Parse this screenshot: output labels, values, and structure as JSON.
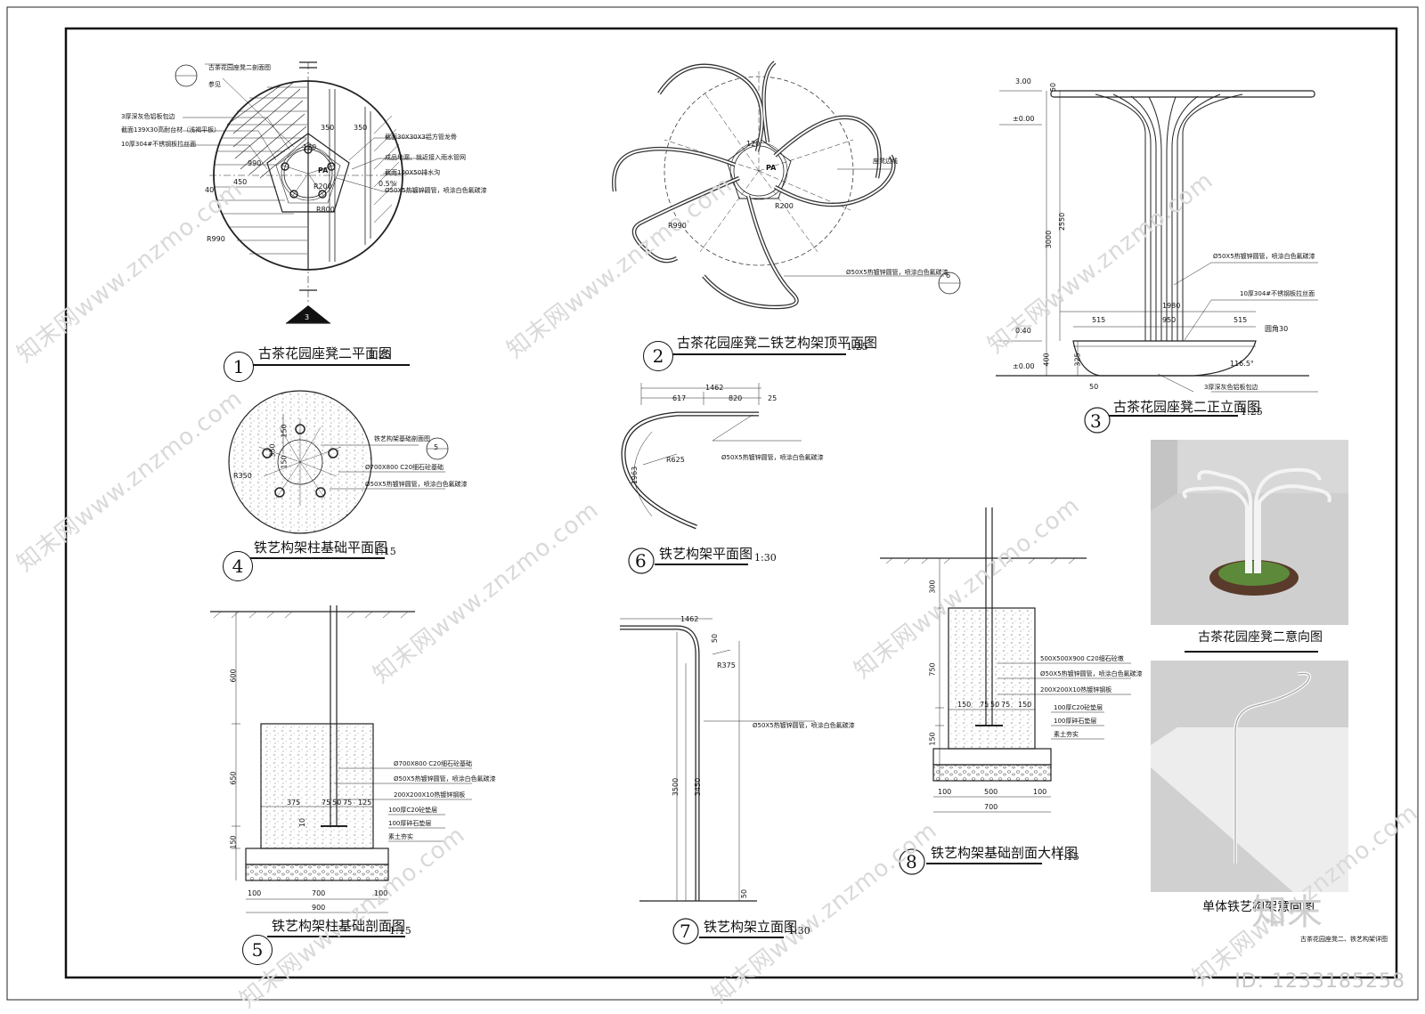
{
  "drawings": {
    "d1": {
      "num": "1",
      "title": "古茶花园座凳二平面图",
      "scale": "1:25"
    },
    "d2": {
      "num": "2",
      "title": "古茶花园座凳二铁艺构架顶平面图",
      "scale": "1:25"
    },
    "d3": {
      "num": "3",
      "title": "古茶花园座凳二正立面图",
      "scale": "1:25"
    },
    "d4": {
      "num": "4",
      "title": "铁艺构架柱基础平面图",
      "scale": "1:15"
    },
    "d5": {
      "num": "5",
      "title": "铁艺构架柱基础剖面图",
      "scale": "1:15"
    },
    "d6": {
      "num": "6",
      "title": "铁艺构架平面图",
      "scale": "1:30"
    },
    "d7": {
      "num": "7",
      "title": "铁艺构架立面图",
      "scale": "1:30"
    },
    "d8": {
      "num": "8",
      "title": "铁艺构架基础剖面大样图",
      "scale": "1:15"
    }
  },
  "notes": {
    "plan": {
      "section_ref": "古茶花园座凳二剖面图",
      "see": "参见",
      "n1": "3厚深灰色铝板包边",
      "n2": "截面139X30高耐台材（浅褐平板）",
      "n3": "10厚304#不锈钢板拉丝面",
      "n4": "截面30X30X3铝方管龙骨",
      "n5": "成品地漏，就近接入雨水管网",
      "n6": "截面100X50排水沟",
      "n7": "Ø50X5热镀锌圆管，喷涂白色氟碳漆",
      "d_350a": "350",
      "d_350b": "350",
      "d_990": "990",
      "d_450": "450",
      "d_40": "40",
      "d_05": "0.5%",
      "d_r990": "R990",
      "d_r200": "R200",
      "d_120": "120",
      "d_r800": "R800",
      "pa": "PA",
      "section_mark": "3"
    },
    "top": {
      "seat_line": "座凳边线",
      "pipe": "Ø50X5热镀锌圆管，喷涂白色氟碳漆",
      "ref_num": "6",
      "d_r990": "R990",
      "d_r200": "R200",
      "d_120": "120",
      "pa": "PA"
    },
    "elev": {
      "lv_300": "3.00",
      "lv_000a": "±0.00",
      "lv_040": "0.40",
      "lv_000b": "±0.00",
      "d_50": "50",
      "d_2550": "2550",
      "d_3000": "3000",
      "d_400": "400",
      "d_325": "325",
      "d_1980": "1980",
      "d_515a": "515",
      "d_950": "950",
      "d_515b": "515",
      "d_r30": "圆角30",
      "d_116": "116.5°",
      "d_50b": "50",
      "pipe": "Ø50X5热镀锌圆管，喷涂白色氟碳漆",
      "steel": "10厚304#不锈钢板拉丝面",
      "edge": "3厚深灰色铝板包边"
    },
    "found_plan": {
      "ref": "铁艺构架基础剖面图",
      "ref_num": "5",
      "concrete": "Ø700X800 C20细石砼基础",
      "pipe": "Ø50X5热镀锌圆管，喷涂白色氟碳漆",
      "d_r350": "R350",
      "d_350": "350",
      "d_150a": "150",
      "d_150b": "150"
    },
    "frame_plan": {
      "d_1462": "1462",
      "d_617": "617",
      "d_820": "820",
      "d_25": "25",
      "d_r625": "R625",
      "d_1963": "1963",
      "pipe": "Ø50X5热镀锌圆管，喷涂白色氟碳漆"
    },
    "frame_elev": {
      "d_1462": "1462",
      "d_50": "50",
      "d_r375": "R375",
      "d_3500": "3500",
      "d_3450": "3450",
      "d_50b": "50",
      "pipe": "Ø50X5热镀锌圆管，喷涂白色氟碳漆"
    },
    "found_sec": {
      "d_600": "600",
      "d_650": "650",
      "d_150": "150",
      "d_375": "375",
      "d_75a": "75",
      "d_50": "50",
      "d_75b": "75",
      "d_125": "125",
      "d_10": "10",
      "d_100a": "100",
      "d_700": "700",
      "d_100b": "100",
      "d_900": "900",
      "n1": "Ø700X800 C20细石砼基础",
      "n2": "Ø50X5热镀锌圆管，喷涂白色氟碳漆",
      "n3": "200X200X10热镀锌钢板",
      "n4": "100厚C20砼垫层",
      "n5": "100厚碎石垫层",
      "n6": "素土夯实"
    },
    "detail": {
      "d_300": "300",
      "d_750": "750",
      "d_150": "150",
      "d_150a": "150",
      "d_75a": "75",
      "d_50": "50",
      "d_75b": "75",
      "d_150b": "150",
      "d_100a": "100",
      "d_500": "500",
      "d_100b": "100",
      "d_700": "700",
      "n1": "500X500X900 C20细石砼墩",
      "n2": "Ø50X5热镀锌圆管，喷涂白色氟碳漆",
      "n3": "200X200X10热镀锌钢板",
      "n4": "100厚C20砼垫层",
      "n5": "100厚碎石垫层",
      "n6": "素土夯实"
    }
  },
  "perspectives": {
    "p1": {
      "caption": "古茶花园座凳二意向图"
    },
    "p2": {
      "caption": "单体铁艺构架意向图"
    }
  },
  "footer": {
    "sheet_title": "古茶花园座凳二、铁艺构架详图",
    "logo": "知末",
    "id": "ID: 1233185258"
  },
  "watermark": {
    "text": "知末网www.znzmo.com"
  }
}
